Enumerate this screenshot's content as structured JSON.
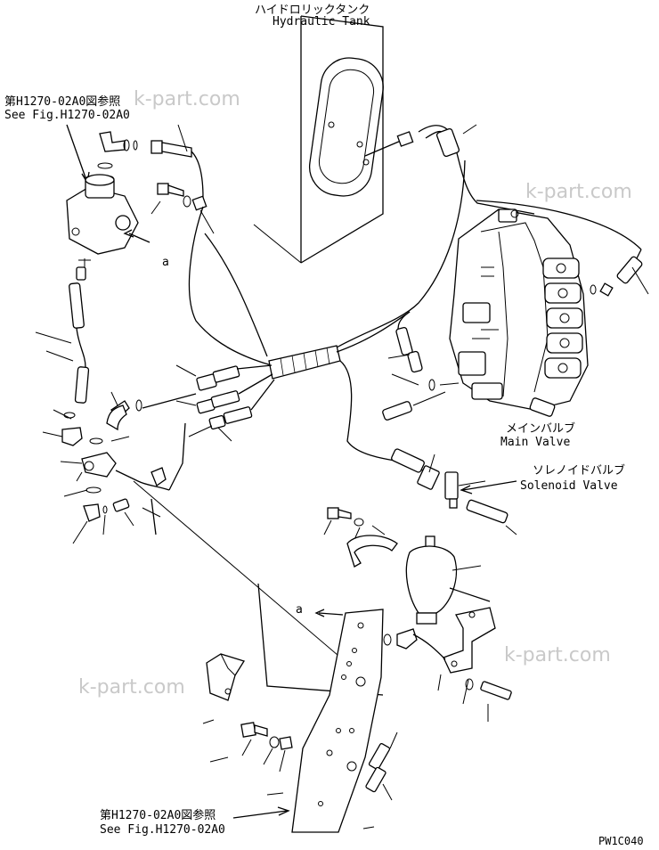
{
  "labels": {
    "hydraulic_tank_jp": "ハイドロリックタンク",
    "hydraulic_tank_en": "Hydraulic Tank",
    "see_fig_top_jp": "第H1270-02A0図参照",
    "see_fig_top_en": "See Fig.H1270-02A0",
    "main_valve_jp": "メインバルブ",
    "main_valve_en": "Main Valve",
    "solenoid_valve_jp": "ソレノイドバルブ",
    "solenoid_valve_en": "Solenoid Valve",
    "see_fig_bottom_jp": "第H1270-02A0図参照",
    "see_fig_bottom_en": "See Fig.H1270-02A0",
    "ref_a_top": "a",
    "ref_a_bottom": "a",
    "drawing_code": "PW1C040"
  },
  "watermarks": [
    "k-part.com",
    "k-part.com",
    "k-part.com",
    "k-part.com"
  ]
}
